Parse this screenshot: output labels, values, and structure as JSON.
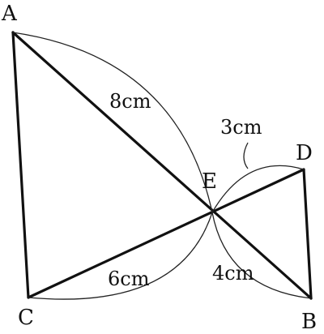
{
  "points": {
    "A": "A",
    "B": "B",
    "C": "C",
    "D": "D",
    "E": "E"
  },
  "lengths": {
    "AE": "8cm",
    "DE": "3cm",
    "CE": "6cm",
    "EB": "4cm"
  }
}
